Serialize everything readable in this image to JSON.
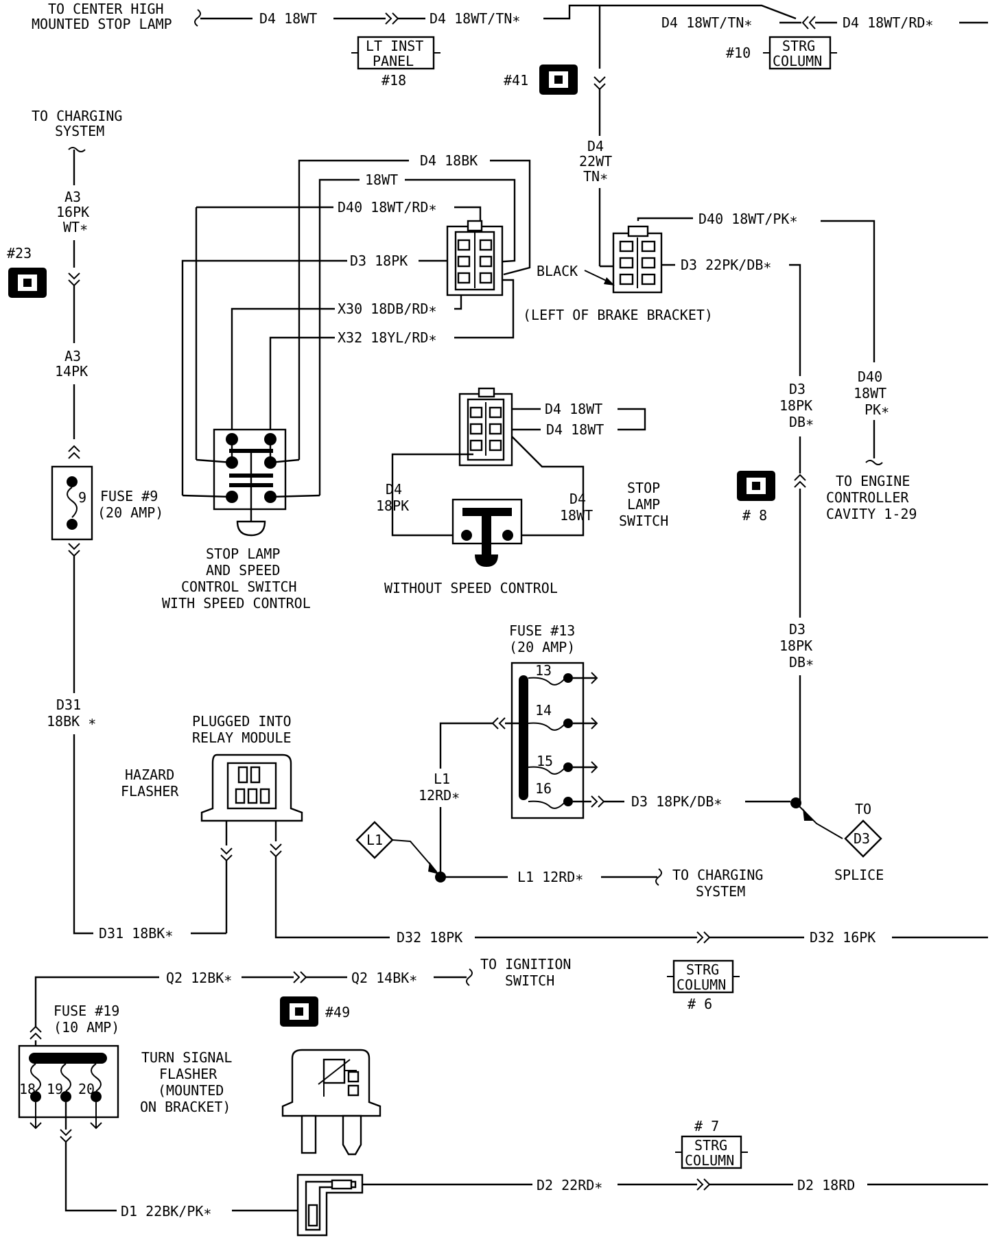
{
  "top": {
    "chmsl": [
      "TO CENTER HIGH",
      "MOUNTED STOP LAMP"
    ],
    "d4_18wt": "D4 18WT",
    "d4_18wt_tn": "D4 18WT/TN∗",
    "d4_18wt_tn_2": "D4 18WT/TN∗",
    "d4_18wt_rd": "D4 18WT/RD∗",
    "lt_inst_panel": [
      "LT INST",
      "PANEL"
    ],
    "lt_inst_panel_num": "#18",
    "strg_column_10_num": "#10",
    "strg_column_10": [
      "STRG",
      "COLUMN"
    ],
    "ground_41": "#41",
    "d4_22wt_tn": [
      "D4",
      "22WT",
      "TN∗"
    ]
  },
  "left": {
    "charging_system": [
      "TO CHARGING",
      "SYSTEM"
    ],
    "a3_16pk_wt": [
      "A3",
      "16PK",
      "WT∗"
    ],
    "ground_23": "#23",
    "a3_14pk": [
      "A3",
      "14PK"
    ],
    "fuse9_label": [
      "FUSE #9",
      "(20 AMP)"
    ],
    "fuse9_num": "9",
    "d31_18bk": [
      "D31",
      "18BK ∗"
    ]
  },
  "speed_switch": {
    "d4_18bk": "D4 18BK",
    "w18wt": "18WT",
    "d40_18wt_rd": "D40 18WT/RD∗",
    "d3_18pk": "D3 18PK",
    "x30_18db_rd": "X30 18DB/RD∗",
    "x32_18yl_rd": "X32 18YL/RD∗",
    "caption": [
      "STOP LAMP",
      "AND SPEED",
      "CONTROL SWITCH",
      "WITH SPEED CONTROL"
    ]
  },
  "brake_connector": {
    "d40_18wt_pk": "D40 18WT/PK∗",
    "black": "BLACK",
    "d3_22pk_db": "D3 22PK/DB∗",
    "location": "(LEFT OF BRAKE BRACKET)"
  },
  "no_speed": {
    "d4_18wt_a": "D4 18WT",
    "d4_18wt_b": "D4 18WT",
    "d4_18pk": [
      "D4",
      "18PK"
    ],
    "d4_18wt_c": [
      "D4",
      "18WT"
    ],
    "stop_lamp_switch": [
      "STOP",
      "LAMP",
      "SWITCH"
    ],
    "caption": "WITHOUT SPEED CONTROL"
  },
  "right": {
    "d3_18pk_db_a": [
      "D3",
      "18PK",
      "DB∗"
    ],
    "d40_18wt_pk": [
      "D40",
      "18WT",
      "PK∗"
    ],
    "ground_8": "# 8",
    "engine_controller": [
      "TO ENGINE",
      "CONTROLLER",
      "CAVITY 1-29"
    ],
    "d3_18pk_db_b": [
      "D3",
      "18PK",
      "DB∗"
    ],
    "to": "TO",
    "d3_diamond": "D3",
    "splice": "SPLICE"
  },
  "fuse13": {
    "label": [
      "FUSE #13",
      "(20 AMP)"
    ],
    "taps": [
      "13",
      "14",
      "15",
      "16"
    ],
    "d3_18pk_db": "D3 18PK/DB∗",
    "l1_12rd": [
      "L1",
      "12RD∗"
    ],
    "l1_diamond": "L1",
    "l1_12rd_h": "L1 12RD∗",
    "to_charging": [
      "TO CHARGING",
      "SYSTEM"
    ]
  },
  "hazard": {
    "plugged": [
      "PLUGGED INTO",
      "RELAY MODULE"
    ],
    "hazard_flasher": [
      "HAZARD",
      "FLASHER"
    ],
    "d31_18bk": "D31 18BK∗",
    "d32_18pk": "D32 18PK",
    "d32_16pk": "D32 16PK",
    "strg_column_6": [
      "STRG",
      "COLUMN"
    ],
    "strg_column_6_num": "# 6"
  },
  "bottom": {
    "q2_12bk": "Q2 12BK∗",
    "q2_14bk": "Q2 14BK∗",
    "ignition": [
      "TO IGNITION",
      "SWITCH"
    ],
    "ground_49": "#49",
    "fuse19_label": [
      "FUSE #19",
      "(10 AMP)"
    ],
    "fuse19_taps": [
      "18",
      "19",
      "20"
    ],
    "turn_flasher": [
      "TURN SIGNAL",
      "FLASHER",
      "(MOUNTED",
      "ON BRACKET)"
    ],
    "strg_column_7_num": "# 7",
    "strg_column_7": [
      "STRG",
      "COLUMN"
    ],
    "d2_22rd": "D2 22RD∗",
    "d2_18rd": "D2 18RD",
    "d1_22bk_pk": "D1 22BK/PK∗"
  }
}
